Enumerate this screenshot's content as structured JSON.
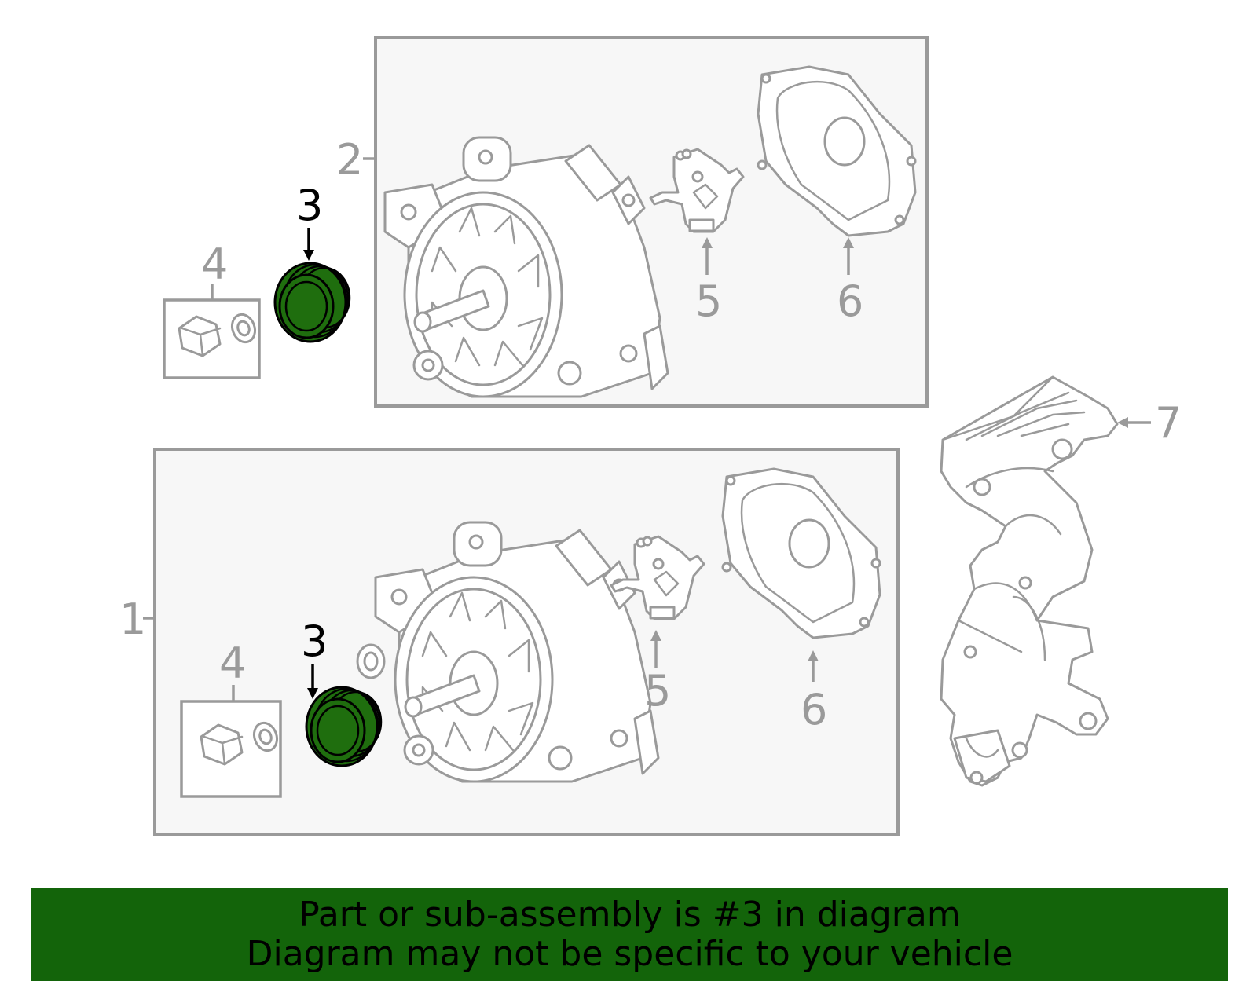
{
  "callouts": {
    "c1": "1",
    "c2": "2",
    "c3_top": "3",
    "c3_bottom": "3",
    "c4_top": "4",
    "c4_bottom": "4",
    "c5_top": "5",
    "c5_bottom": "5",
    "c6_top": "6",
    "c6_bottom": "6",
    "c7": "7"
  },
  "banner": {
    "line1": "Part or sub-assembly is #3 in diagram",
    "line2": "Diagram may not be specific to your vehicle"
  },
  "colors": {
    "highlight": "#1f6e0e",
    "banner": "#13640a",
    "line": "#9a9a9a"
  }
}
